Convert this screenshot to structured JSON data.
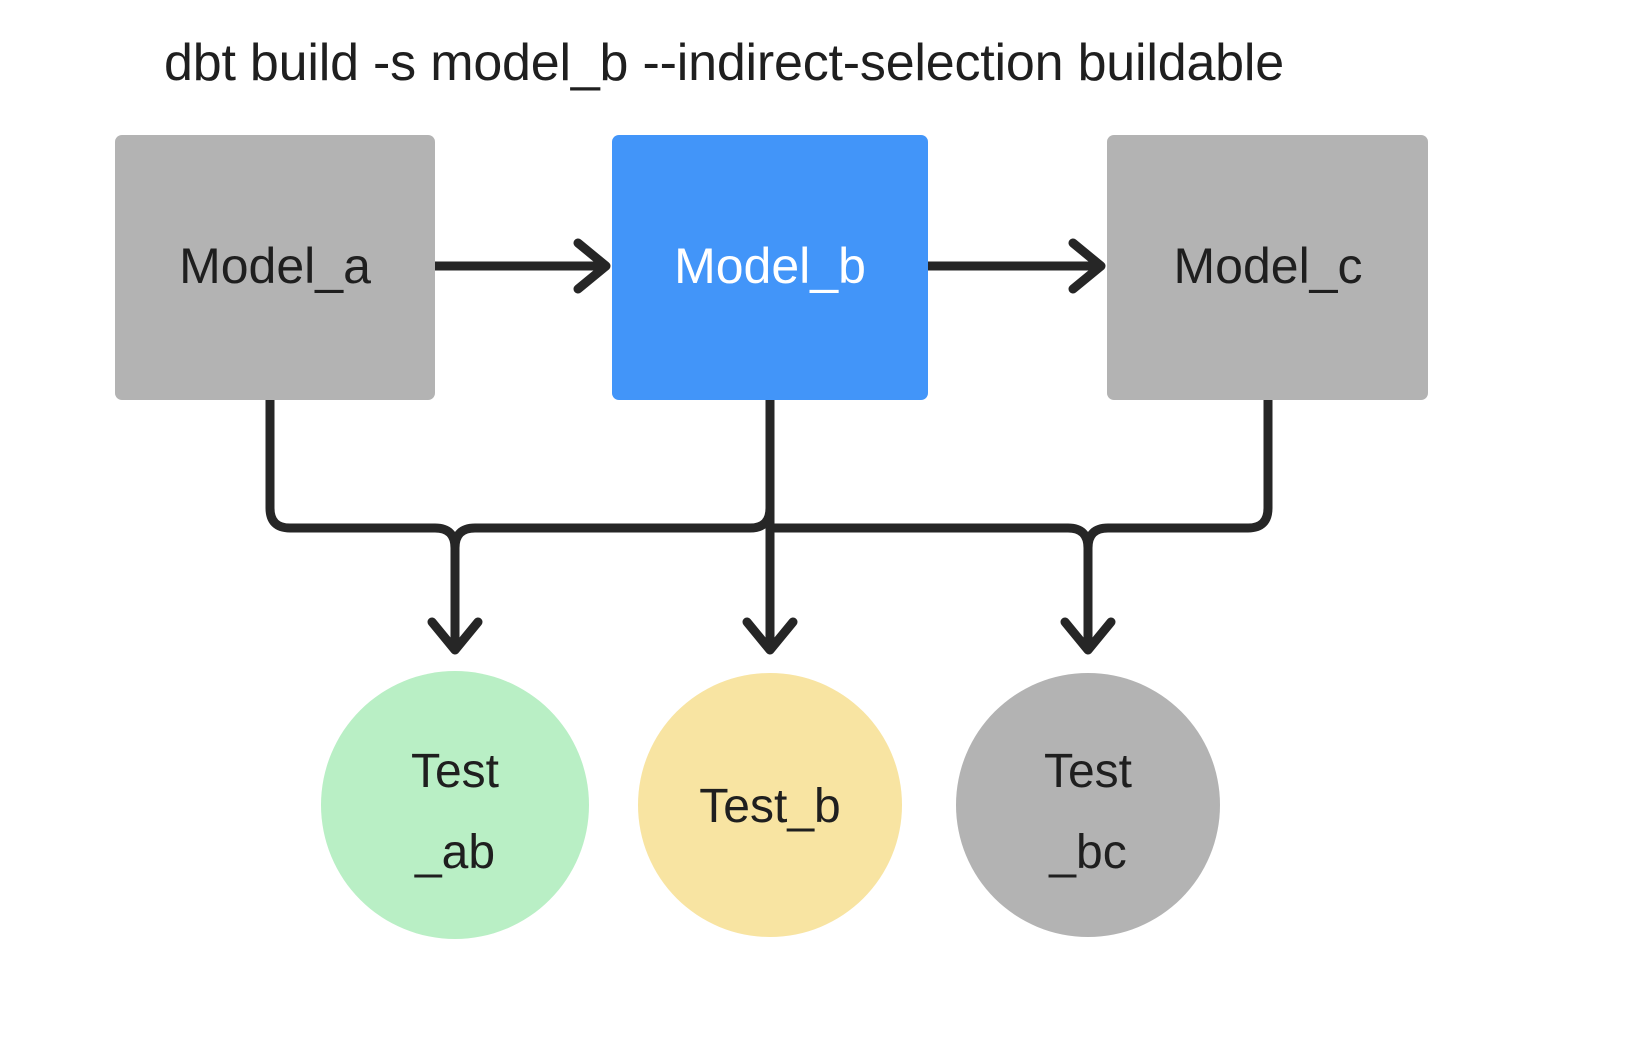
{
  "title": "dbt build -s model_b --indirect-selection buildable",
  "colors": {
    "background": "#ffffff",
    "unselected_gray": "#b3b3b3",
    "selected_blue": "#4295f9",
    "test_green": "#b9efc5",
    "test_yellow": "#f8e4a2",
    "test_gray": "#b3b3b3",
    "edge_stroke": "#262626",
    "text_dark": "#1f1f1f",
    "text_light": "#ffffff"
  },
  "models": [
    {
      "id": "model_a",
      "label": "Model_a",
      "state": "unselected",
      "fill": "#b3b3b3",
      "text_color": "#1f1f1f"
    },
    {
      "id": "model_b",
      "label": "Model_b",
      "state": "selected",
      "fill": "#4295f9",
      "text_color": "#ffffff"
    },
    {
      "id": "model_c",
      "label": "Model_c",
      "state": "unselected",
      "fill": "#b3b3b3",
      "text_color": "#1f1f1f"
    }
  ],
  "tests": [
    {
      "id": "test_ab",
      "label": "Test_ab",
      "line1": "Test",
      "line2": "_ab",
      "state": "will_run",
      "fill": "#b9efc5"
    },
    {
      "id": "test_b",
      "label": "Test_b",
      "line1": "Test_b",
      "line2": "",
      "state": "selected_test",
      "fill": "#f8e4a2"
    },
    {
      "id": "test_bc",
      "label": "Test_bc",
      "line1": "Test",
      "line2": "_bc",
      "state": "skipped",
      "fill": "#b3b3b3"
    }
  ],
  "edges": [
    {
      "id": "model_a-to-model_b",
      "from": "Model_a",
      "to": "Model_b",
      "kind": "arrow-right"
    },
    {
      "id": "model_b-to-model_c",
      "from": "Model_b",
      "to": "Model_c",
      "kind": "arrow-right"
    },
    {
      "id": "model_a-to-test_ab",
      "from": "Model_a",
      "to": "Test_ab",
      "kind": "orthogonal-down"
    },
    {
      "id": "model_b-to-test_ab",
      "from": "Model_b",
      "to": "Test_ab",
      "kind": "orthogonal-down"
    },
    {
      "id": "model_b-to-test_b",
      "from": "Model_b",
      "to": "Test_b",
      "kind": "straight-down"
    },
    {
      "id": "model_b-to-test_bc",
      "from": "Model_b",
      "to": "Test_bc",
      "kind": "orthogonal-down"
    },
    {
      "id": "model_c-to-test_bc",
      "from": "Model_c",
      "to": "Test_bc",
      "kind": "orthogonal-down"
    }
  ]
}
